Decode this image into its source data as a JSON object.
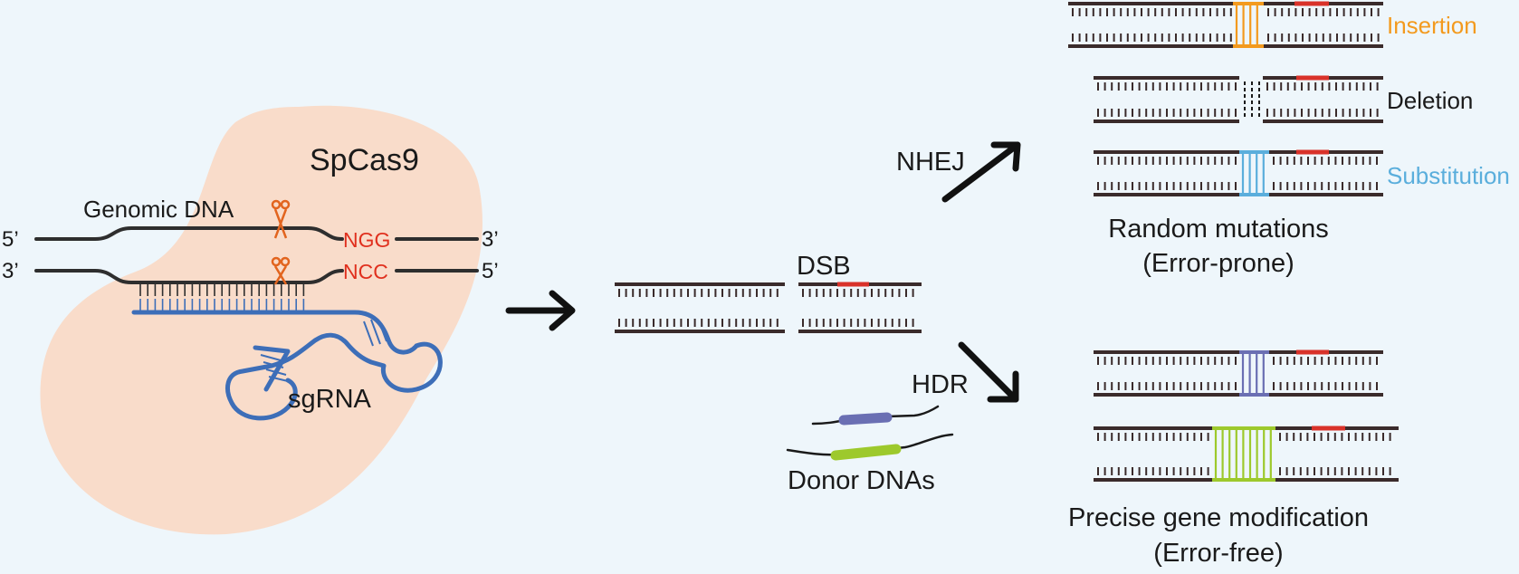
{
  "cas9": {
    "label": "SpCas9",
    "blob_color": "#f9dcca",
    "genomic_label": "Genomic DNA",
    "top_5prime": "5’",
    "top_3prime": "3’",
    "bottom_3prime": "3’",
    "bottom_5prime": "5’",
    "pam_top": "NGG",
    "pam_bottom": "NCC",
    "pam_color": "#e0301e",
    "scissor_color": "#e2641e",
    "sgrna_label": "sgRNA",
    "sgrna_color": "#3d6eb8"
  },
  "dsb": {
    "label": "DSB"
  },
  "pathways": {
    "nhej": "NHEJ",
    "hdr": "HDR",
    "donor_label": "Donor DNAs"
  },
  "outcomes": {
    "insertion": {
      "label": "Insertion",
      "color": "#f39a1e"
    },
    "deletion": {
      "label": "Deletion",
      "color": "#1a1a1a"
    },
    "substitution": {
      "label": "Substitution",
      "color": "#5aaedc"
    },
    "random_line1": "Random mutations",
    "random_line2": "(Error-prone)",
    "precise_line1": "Precise gene modification",
    "precise_line2": "(Error-free)",
    "donor_colors": [
      "#6a6fb3",
      "#9dc92c"
    ]
  },
  "colors": {
    "dna_dark": "#3a2b2b",
    "dna_red": "#d9322a"
  }
}
